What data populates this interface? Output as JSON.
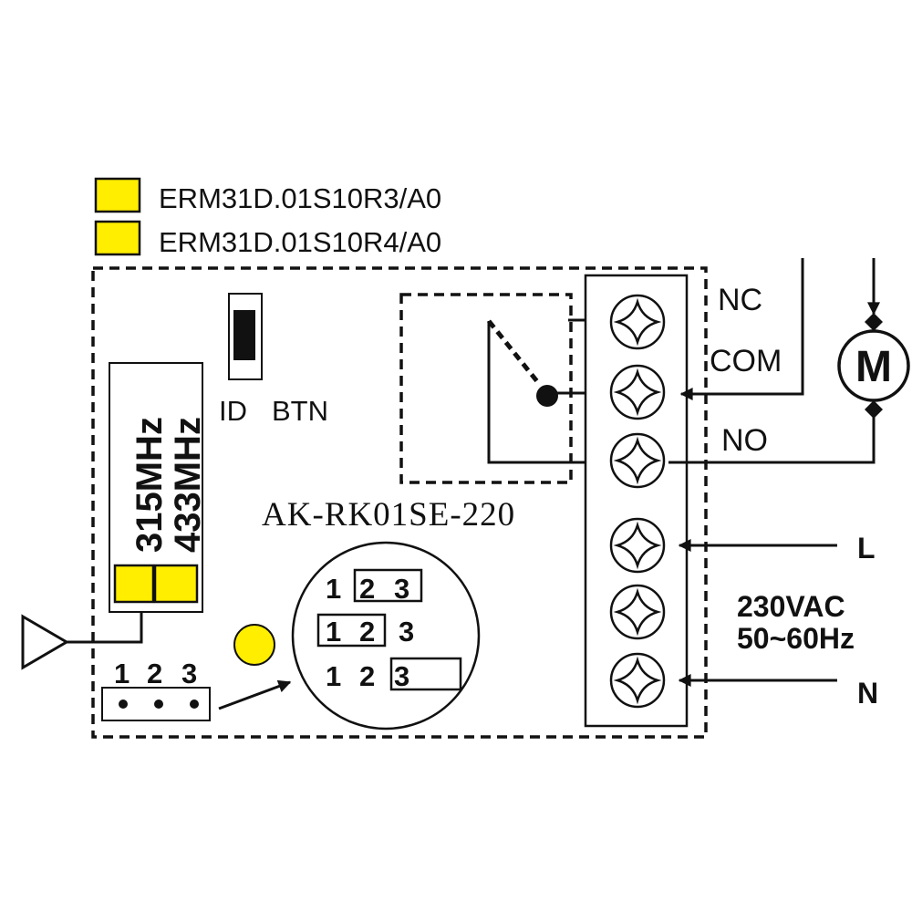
{
  "legend": {
    "items": [
      {
        "label": "ERM31D.01S10R3/A0",
        "color": "#ffee00"
      },
      {
        "label": "ERM31D.01S10R4/A0",
        "color": "#ffee00"
      }
    ]
  },
  "module": {
    "id_button_label": "ID",
    "btn_label": "BTN",
    "model": "AK-RK01SE-220"
  },
  "frequency": {
    "f1": "315MHz",
    "f2": "433MHz",
    "swatch_color": "#ffee00"
  },
  "jumper": {
    "pins": [
      "1",
      "2",
      "3"
    ],
    "zoom_rows": [
      {
        "pins": [
          "1",
          "2",
          "3"
        ]
      },
      {
        "pins": [
          "1",
          "2",
          "3"
        ]
      },
      {
        "pins": [
          "1",
          "2",
          "3"
        ]
      }
    ]
  },
  "led": {
    "color": "#ffee00"
  },
  "relay": {
    "contacts": {
      "nc": "NC",
      "com": "COM",
      "no": "NO"
    }
  },
  "motor": {
    "label": "M"
  },
  "power": {
    "l": "L",
    "n": "N",
    "voltage": "230VAC",
    "frequency": "50~60Hz"
  }
}
